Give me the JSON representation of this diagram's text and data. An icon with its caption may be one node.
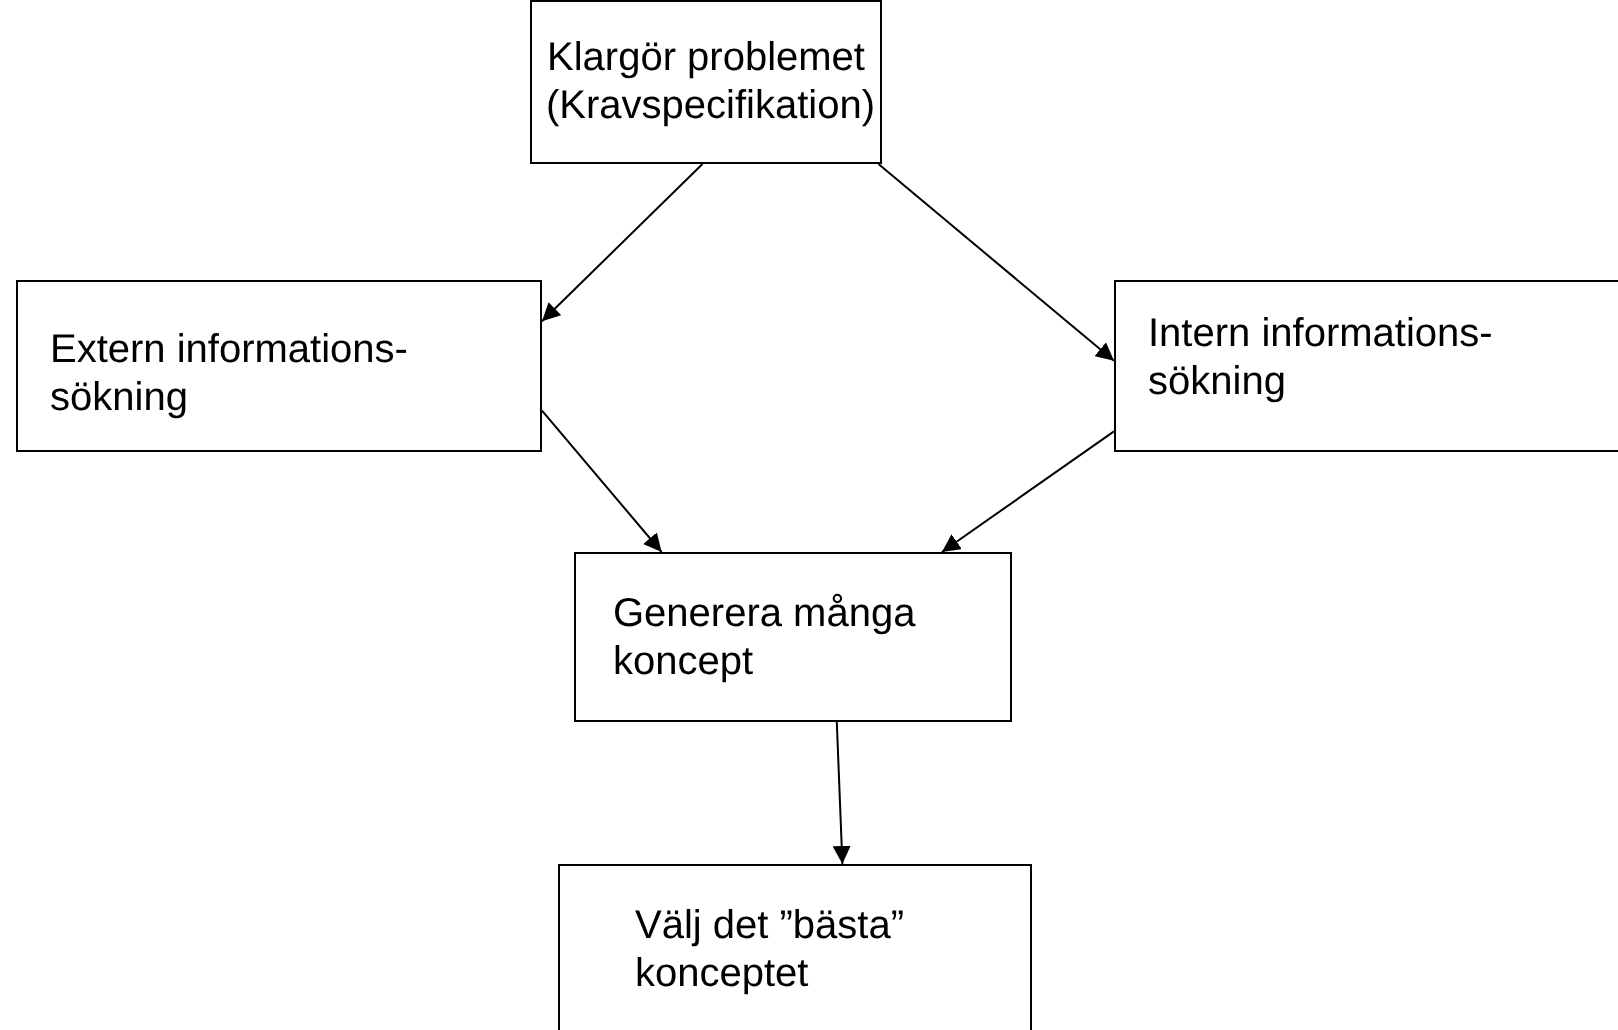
{
  "diagram": {
    "nodes": [
      {
        "text": [
          "Klargör problemet (Kravspecifikation)"
        ]
      },
      {
        "text": [
          "Extern informations- sökning"
        ]
      },
      {
        "text": [
          "Intern informations- sökning"
        ]
      },
      {
        "text": [
          "Generera många koncept"
        ]
      },
      {
        "text": [
          "Välj det ”bästa” konceptet"
        ]
      }
    ],
    "edges": [
      {
        "from": 0,
        "to": 1,
        "arrow": "to"
      },
      {
        "from": 0,
        "to": 2,
        "arrow": "to"
      },
      {
        "from": 1,
        "to": 3,
        "arrow": "to"
      },
      {
        "from": 2,
        "to": 3,
        "arrow": "to"
      },
      {
        "from": 3,
        "to": 4,
        "arrow": "to"
      }
    ]
  }
}
